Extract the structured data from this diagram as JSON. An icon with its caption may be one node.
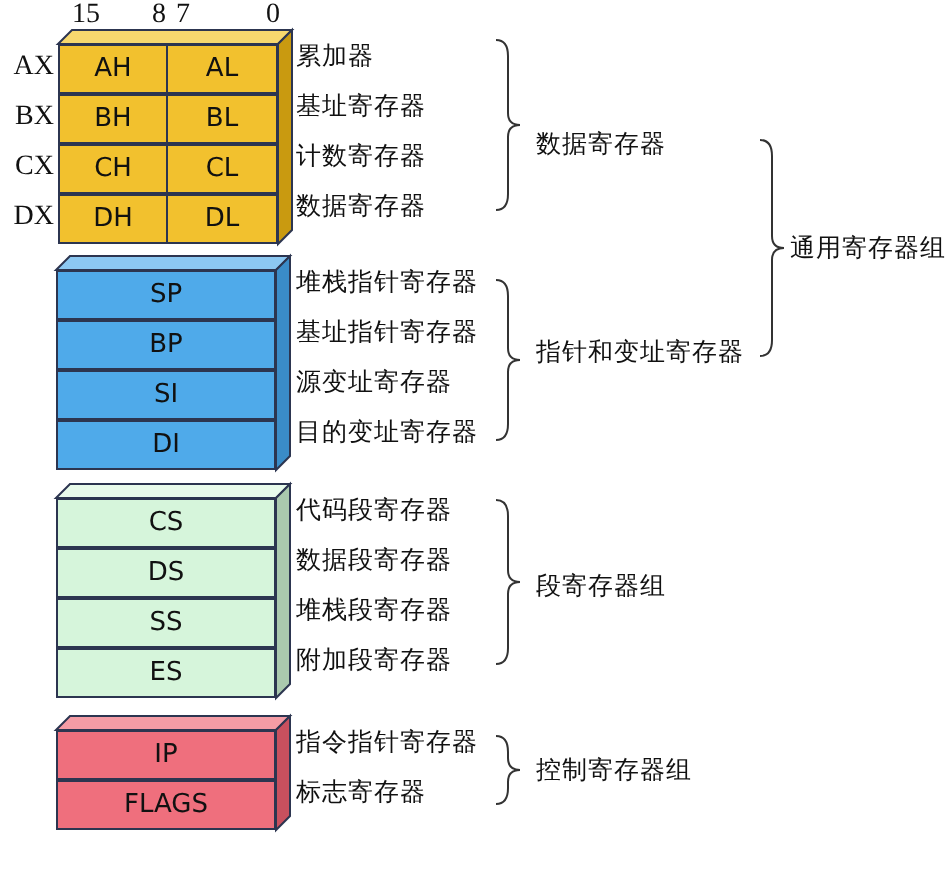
{
  "diagram": {
    "nodes": [
      {
        "text": [
          "AH"
        ],
        "beside": [
          "AX"
        ]
      },
      {
        "text": [
          "AL"
        ],
        "beside": [
          "累加器"
        ]
      },
      {
        "text": [
          "BH"
        ],
        "beside": [
          "BX"
        ]
      },
      {
        "text": [
          "BL"
        ],
        "beside": [
          "基址寄存器"
        ]
      },
      {
        "text": [
          "CH"
        ],
        "beside": [
          "CX"
        ]
      },
      {
        "text": [
          "CL"
        ],
        "beside": [
          "计数寄存器"
        ]
      },
      {
        "text": [
          "DH"
        ],
        "beside": [
          "DX"
        ]
      },
      {
        "text": [
          "DL"
        ],
        "beside": [
          "数据寄存器"
        ]
      },
      {
        "text": [
          "SP"
        ],
        "beside": [
          "堆栈指针寄存器"
        ]
      },
      {
        "text": [
          "BP"
        ],
        "beside": [
          "基址指针寄存器"
        ]
      },
      {
        "text": [
          "SI"
        ],
        "beside": [
          "源变址寄存器"
        ]
      },
      {
        "text": [
          "DI"
        ],
        "beside": [
          "目的变址寄存器"
        ]
      },
      {
        "text": [
          "CS"
        ],
        "beside": [
          "代码段寄存器"
        ]
      },
      {
        "text": [
          "DS"
        ],
        "beside": [
          "数据段寄存器"
        ]
      },
      {
        "text": [
          "SS"
        ],
        "beside": [
          "堆栈段寄存器"
        ]
      },
      {
        "text": [
          "ES"
        ],
        "beside": [
          "附加段寄存器"
        ]
      },
      {
        "text": [
          "IP"
        ],
        "beside": [
          "指令指针寄存器"
        ]
      },
      {
        "text": [
          "FLAGS"
        ],
        "beside": [
          "标志寄存器"
        ]
      }
    ],
    "labels": [
      "15",
      "8",
      "7",
      "0",
      "数据寄存器",
      "通用寄存器组",
      "指针和变址寄存器",
      "段寄存器组",
      "控制寄存器组"
    ]
  }
}
